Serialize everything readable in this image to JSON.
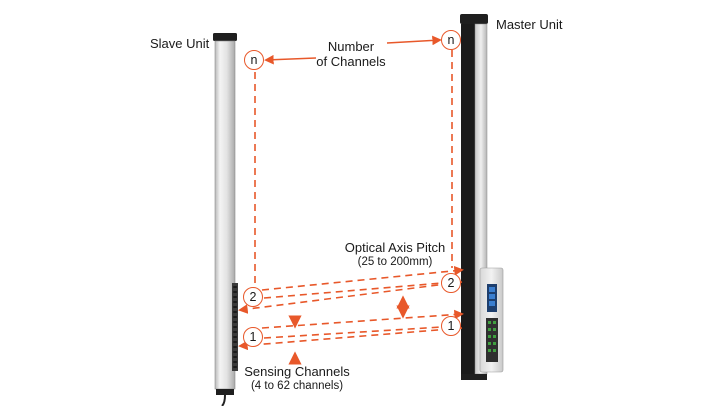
{
  "labels": {
    "slave_unit": "Slave Unit",
    "master_unit": "Master Unit",
    "number_of_channels_line1": "Number",
    "number_of_channels_line2": "of Channels",
    "optical_axis_pitch": "Optical Axis Pitch",
    "optical_axis_pitch_range": "(25 to 200mm)",
    "sensing_channels": "Sensing Channels",
    "sensing_channels_range": "(4 to 62 channels)"
  },
  "channel_markers": {
    "top": "n",
    "second": "2",
    "first": "1"
  },
  "colors": {
    "accent": "#e8582a",
    "slave_body": "#dcdcdc",
    "master_body": "#1b1b1b",
    "text": "#1a1a1a"
  }
}
